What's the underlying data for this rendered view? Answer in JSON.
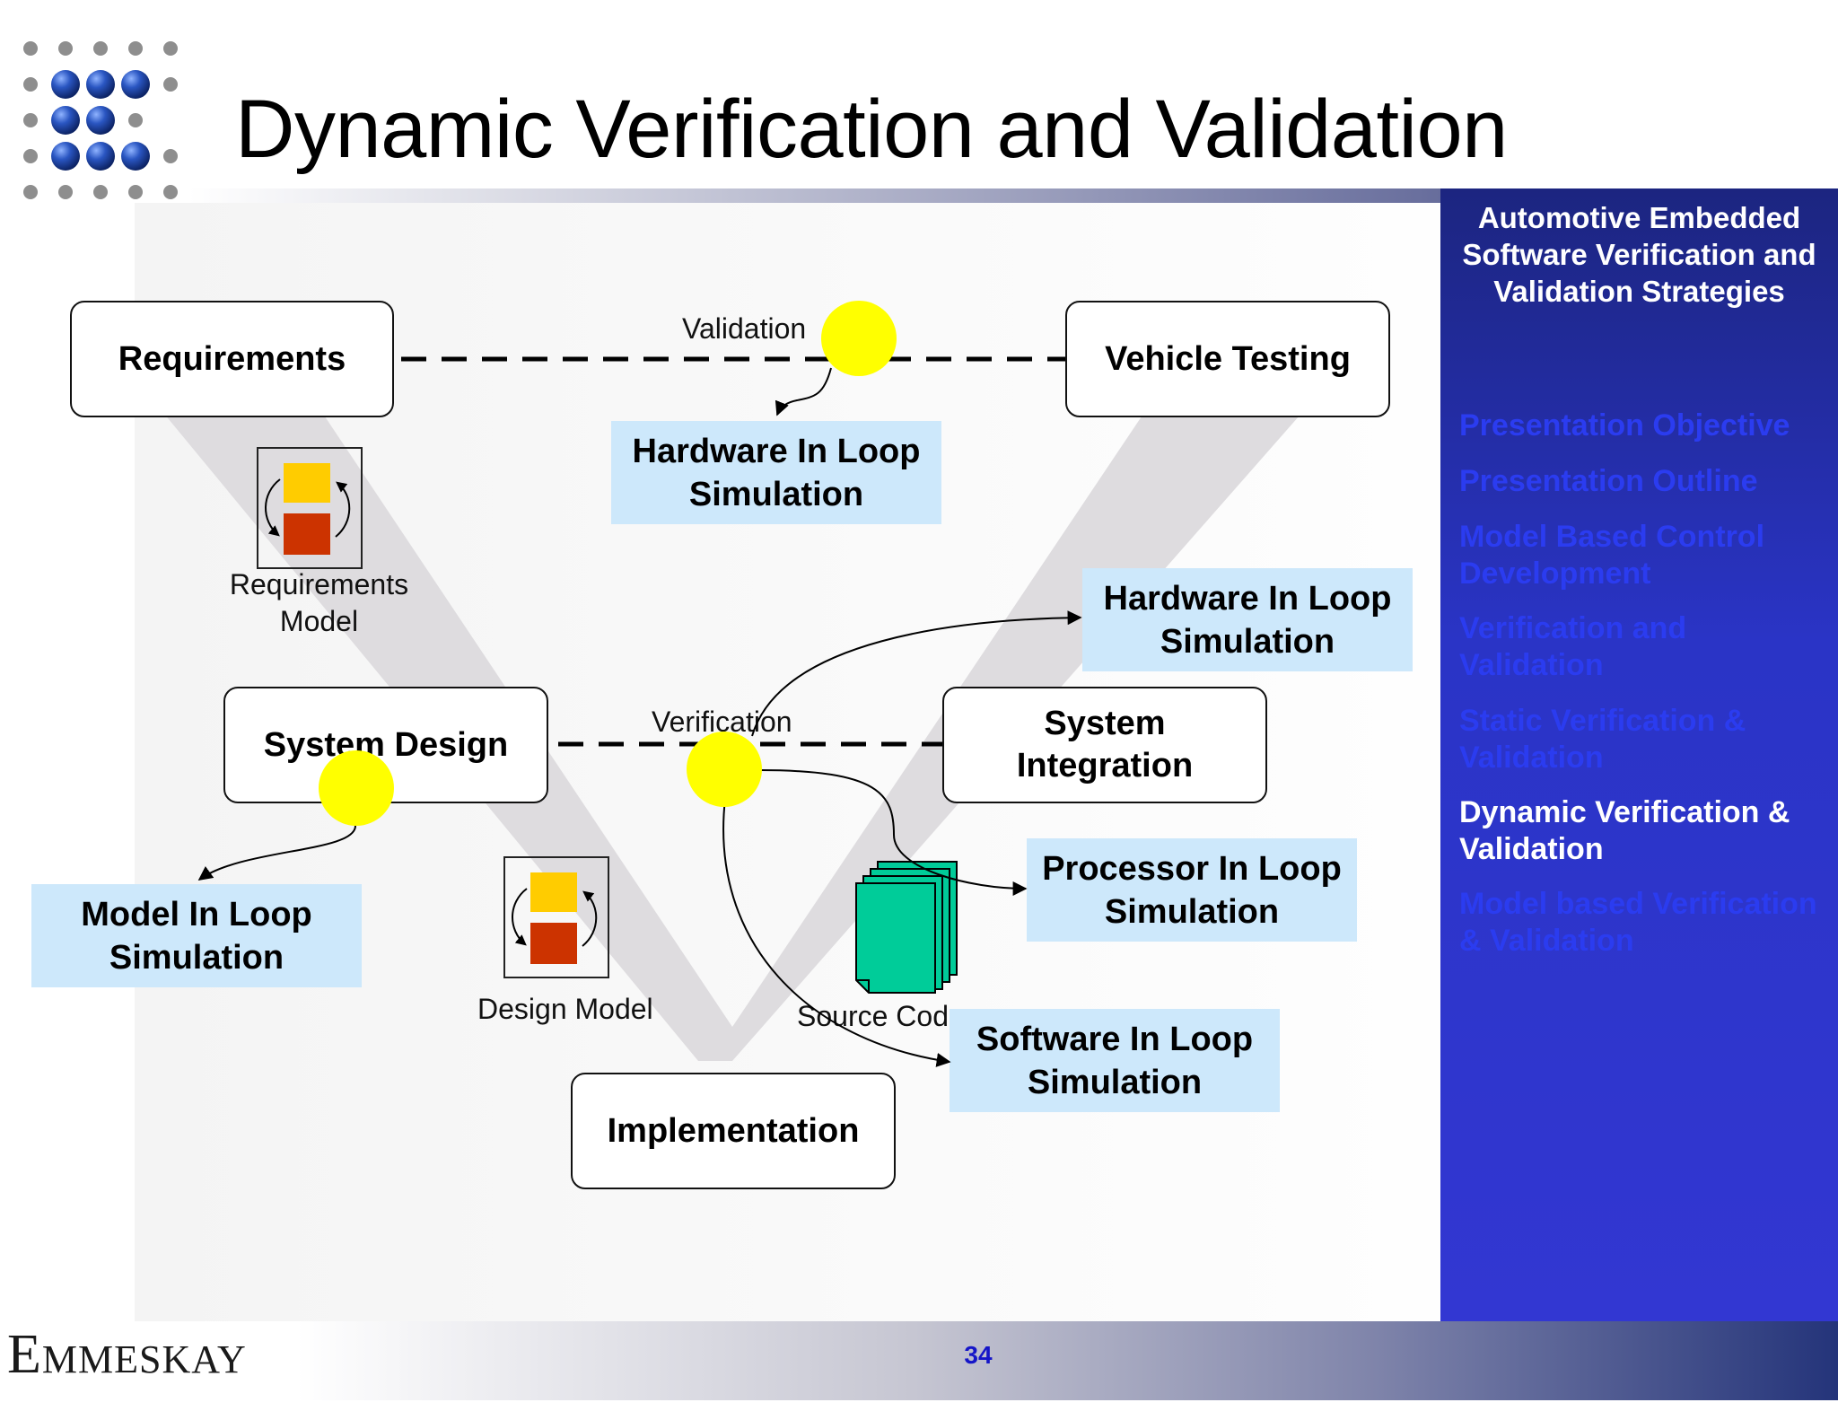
{
  "slide": {
    "title": "Dynamic Verification and Validation",
    "page_number": "34",
    "brand": {
      "initial": "E",
      "rest": "MMESKAY"
    }
  },
  "panel": {
    "heading": "Automotive Embedded Software Verification and Validation Strategies",
    "items": [
      {
        "label": "Presentation Objective",
        "active": false
      },
      {
        "label": "Presentation Outline",
        "active": false
      },
      {
        "label": "Model Based Control Development",
        "active": false
      },
      {
        "label": "Verification and Validation",
        "active": false
      },
      {
        "label": "Static Verification & Validation",
        "active": false
      },
      {
        "label": "Dynamic Verification & Validation",
        "active": true
      },
      {
        "label": "Model based Verification & Validation",
        "active": false
      }
    ]
  },
  "diagram": {
    "stages": {
      "requirements": "Requirements",
      "vehicle_testing": "Vehicle Testing",
      "system_design": "System Design",
      "system_integration": "System Integration",
      "implementation": "Implementation"
    },
    "simulations": {
      "hil_top": "Hardware In Loop Simulation",
      "hil_right": "Hardware In Loop Simulation",
      "mil": "Model In Loop Simulation",
      "pil": "Processor In Loop Simulation",
      "sil": "Software In Loop Simulation"
    },
    "labels": {
      "validation": "Validation",
      "verification": "Verification",
      "requirements_model": "Requirements Model",
      "design_model": "Design Model",
      "source_code": "Source Code"
    }
  },
  "colors": {
    "highlight": "#ffff00",
    "sim_box": "#cde8fb",
    "panel_active": "#ffffff",
    "panel_inactive": "#2b3cf0",
    "model_top": "#ffcc00",
    "model_bottom": "#cc3300",
    "source_code": "#00cc99"
  }
}
